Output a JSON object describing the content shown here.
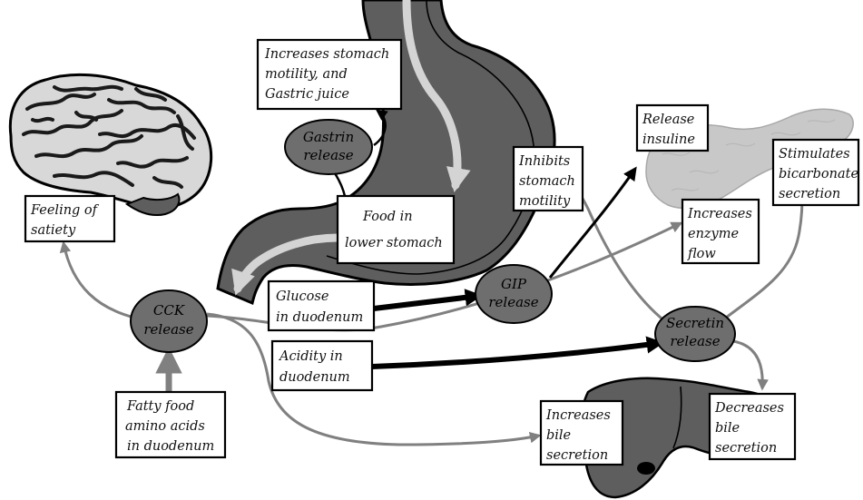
{
  "colors": {
    "organ_dark": "#5e5e5e",
    "organ_outline": "#000000",
    "brain_fill": "#d8d8d8",
    "pancreas_fill": "#c8c8c8",
    "path_light": "#d4d4d4",
    "arrow_gray": "#808080",
    "arrow_black": "#000000",
    "node_fill": "#6e6e6e"
  },
  "organs": {
    "brain": "brain-illustration",
    "stomach": "stomach-illustration",
    "pancreas": "pancreas-illustration",
    "liver": "liver-illustration"
  },
  "nodes": {
    "gastrin": [
      "Gastrin",
      "release"
    ],
    "cck": [
      "CCK",
      "release"
    ],
    "gip": [
      "GIP",
      "release"
    ],
    "secretin": [
      "Secretin",
      "release"
    ]
  },
  "boxes": {
    "increases_motility": [
      "Increases stomach",
      "motility, and",
      "Gastric juice"
    ],
    "feeling_satiety": [
      "Feeling of",
      "satiety"
    ],
    "food_lower_stomach": [
      "Food in",
      "lower stomach"
    ],
    "inhibits_motility": [
      "Inhibits",
      "stomach",
      "motility"
    ],
    "release_insuline": [
      "Release",
      "insuline"
    ],
    "stimulates_bicarbonate": [
      "Stimulates",
      "bicarbonate",
      "secretion"
    ],
    "increases_enzyme": [
      "Increases",
      "enzyme",
      "flow"
    ],
    "glucose_duodenum": [
      "Glucose",
      "in duodenum"
    ],
    "acidity_duodenum": [
      "Acidity in",
      "duodenum"
    ],
    "fatty_food": [
      "Fatty food",
      "amino acids",
      "in duodenum"
    ],
    "increases_bile": [
      "Increases",
      "bile",
      "secretion"
    ],
    "decreases_bile": [
      "Decreases",
      "bile",
      "secretion"
    ]
  }
}
